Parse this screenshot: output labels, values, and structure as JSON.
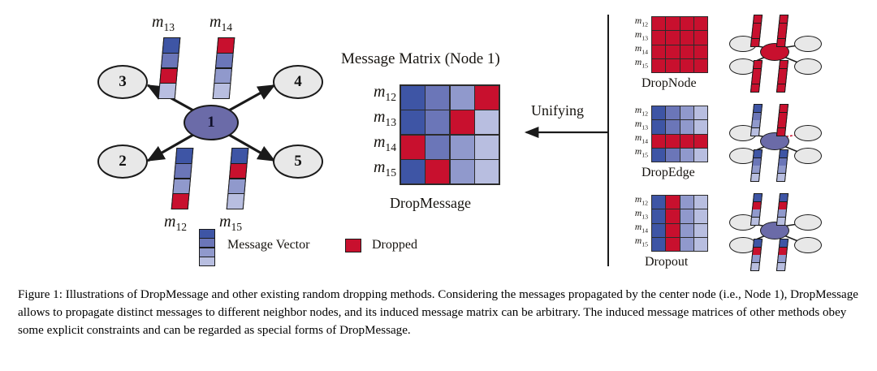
{
  "figure": {
    "caption": "Figure 1: Illustrations of DropMessage and other existing random dropping methods. Considering the messages propagated by the center node (i.e., Node 1), DropMessage allows to propagate distinct messages to different neighbor nodes, and its induced message matrix can be arbitrary. The induced message matrices of other methods obey some explicit constraints and can be regarded as special forms of DropMessage.",
    "caption_label": "Figure 1:"
  },
  "palette": {
    "blue_dark": "#3E55A5",
    "blue_mid": "#6B76B8",
    "blue_light_mid": "#9099CC",
    "blue_light": "#B8BEE0",
    "red": "#C8102E",
    "node_center": "#6B6BA8",
    "node_center_red": "#C8102E",
    "node_neighbor": "#E8E8E8",
    "outline": "#1a1a1a"
  },
  "graph": {
    "center_node": {
      "label": "1"
    },
    "neighbor_nodes": [
      {
        "label": "3",
        "position": "top-left"
      },
      {
        "label": "4",
        "position": "top-right"
      },
      {
        "label": "2",
        "position": "bottom-left"
      },
      {
        "label": "5",
        "position": "bottom-right"
      }
    ],
    "message_vectors": [
      {
        "label": "m",
        "sub": "13",
        "position": "top-left",
        "cells": [
          "blue_dark",
          "blue_mid",
          "red",
          "blue_light"
        ]
      },
      {
        "label": "m",
        "sub": "14",
        "position": "top-right",
        "cells": [
          "red",
          "blue_mid",
          "blue_light_mid",
          "blue_light"
        ]
      },
      {
        "label": "m",
        "sub": "12",
        "position": "bottom-left",
        "cells": [
          "blue_dark",
          "blue_mid",
          "blue_light_mid",
          "red"
        ]
      },
      {
        "label": "m",
        "sub": "15",
        "position": "bottom-right",
        "cells": [
          "blue_dark",
          "red",
          "blue_light_mid",
          "blue_light"
        ]
      }
    ]
  },
  "matrix_panel": {
    "title": "Message Matrix (Node 1)",
    "method_name": "DropMessage",
    "row_labels": [
      {
        "label": "m",
        "sub": "12"
      },
      {
        "label": "m",
        "sub": "13"
      },
      {
        "label": "m",
        "sub": "14"
      },
      {
        "label": "m",
        "sub": "15"
      }
    ],
    "rows": [
      [
        "blue_dark",
        "blue_mid",
        "blue_light_mid",
        "red"
      ],
      [
        "blue_dark",
        "blue_mid",
        "red",
        "blue_light"
      ],
      [
        "red",
        "blue_mid",
        "blue_light_mid",
        "blue_light"
      ],
      [
        "blue_dark",
        "red",
        "blue_light_mid",
        "blue_light"
      ]
    ]
  },
  "unifying": {
    "label": "Unifying"
  },
  "methods": [
    {
      "name": "DropNode",
      "row_labels": [
        {
          "label": "m",
          "sub": "12"
        },
        {
          "label": "m",
          "sub": "13"
        },
        {
          "label": "m",
          "sub": "14"
        },
        {
          "label": "m",
          "sub": "15"
        }
      ],
      "rows": [
        [
          "red",
          "red",
          "red",
          "red"
        ],
        [
          "red",
          "red",
          "red",
          "red"
        ],
        [
          "red",
          "red",
          "red",
          "red"
        ],
        [
          "red",
          "red",
          "red",
          "red"
        ]
      ],
      "mini_graph": {
        "center_color": "node_center_red",
        "vectors": [
          [
            "red",
            "red",
            "red",
            "red"
          ],
          [
            "red",
            "red",
            "red",
            "red"
          ],
          [
            "red",
            "red",
            "red",
            "red"
          ],
          [
            "red",
            "red",
            "red",
            "red"
          ]
        ],
        "dropped_edges": []
      }
    },
    {
      "name": "DropEdge",
      "row_labels": [
        {
          "label": "m",
          "sub": "12"
        },
        {
          "label": "m",
          "sub": "13"
        },
        {
          "label": "m",
          "sub": "14"
        },
        {
          "label": "m",
          "sub": "15"
        }
      ],
      "rows": [
        [
          "blue_dark",
          "blue_mid",
          "blue_light_mid",
          "blue_light"
        ],
        [
          "blue_dark",
          "blue_mid",
          "blue_light_mid",
          "blue_light"
        ],
        [
          "red",
          "red",
          "red",
          "red"
        ],
        [
          "blue_dark",
          "blue_mid",
          "blue_light_mid",
          "blue_light"
        ]
      ],
      "mini_graph": {
        "center_color": "node_center",
        "vectors": [
          [
            "blue_dark",
            "blue_mid",
            "blue_light_mid",
            "blue_light"
          ],
          [
            "red",
            "red",
            "red",
            "red"
          ],
          [
            "blue_dark",
            "blue_mid",
            "blue_light_mid",
            "blue_light"
          ],
          [
            "blue_dark",
            "blue_mid",
            "blue_light_mid",
            "blue_light"
          ]
        ],
        "dropped_edges": [
          "top-right"
        ]
      }
    },
    {
      "name": "Dropout",
      "row_labels": [
        {
          "label": "m",
          "sub": "12"
        },
        {
          "label": "m",
          "sub": "13"
        },
        {
          "label": "m",
          "sub": "14"
        },
        {
          "label": "m",
          "sub": "15"
        }
      ],
      "rows": [
        [
          "blue_dark",
          "red",
          "blue_light_mid",
          "blue_light"
        ],
        [
          "blue_dark",
          "red",
          "blue_light_mid",
          "blue_light"
        ],
        [
          "blue_dark",
          "red",
          "blue_light_mid",
          "blue_light"
        ],
        [
          "blue_dark",
          "red",
          "blue_light_mid",
          "blue_light"
        ]
      ],
      "mini_graph": {
        "center_color": "node_center",
        "vectors": [
          [
            "blue_dark",
            "red",
            "blue_light_mid",
            "blue_light"
          ],
          [
            "blue_dark",
            "red",
            "blue_light_mid",
            "blue_light"
          ],
          [
            "blue_dark",
            "red",
            "blue_light_mid",
            "blue_light"
          ],
          [
            "blue_dark",
            "red",
            "blue_light_mid",
            "blue_light"
          ]
        ],
        "dropped_edges": []
      }
    }
  ],
  "legend": {
    "message_vector_label": "Message Vector",
    "dropped_label": "Dropped",
    "message_vector_cells": [
      "blue_dark",
      "blue_mid",
      "blue_light_mid",
      "blue_light"
    ],
    "dropped_color": "red"
  }
}
